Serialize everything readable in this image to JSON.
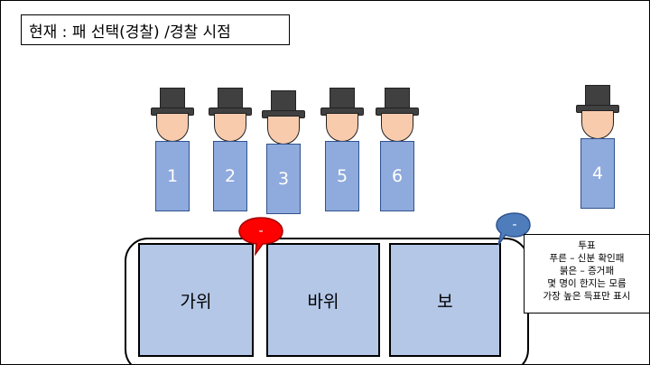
{
  "header": {
    "status_text": "현재 : 패 선택(경찰) /경찰 시점"
  },
  "players": [
    {
      "number": "1"
    },
    {
      "number": "2"
    },
    {
      "number": "3"
    },
    {
      "number": "5"
    },
    {
      "number": "6"
    },
    {
      "number": "4"
    }
  ],
  "cards": [
    {
      "label": "가위"
    },
    {
      "label": "바위"
    },
    {
      "label": "보"
    }
  ],
  "markers": {
    "red_label": "-",
    "blue_label": "-",
    "red_color": "#ff0000",
    "blue_color": "#4f7dbb"
  },
  "vote_info": {
    "title": "투표",
    "lines": [
      "푸른 – 신분 확인패",
      "붉은 – 증거패",
      "몇 명이 한지는 모름",
      "가장 높은 득표만 표시"
    ]
  },
  "colors": {
    "hat": "#404040",
    "face": "#f8cbad",
    "body": "#8faadc",
    "card": "#b4c7e7"
  }
}
